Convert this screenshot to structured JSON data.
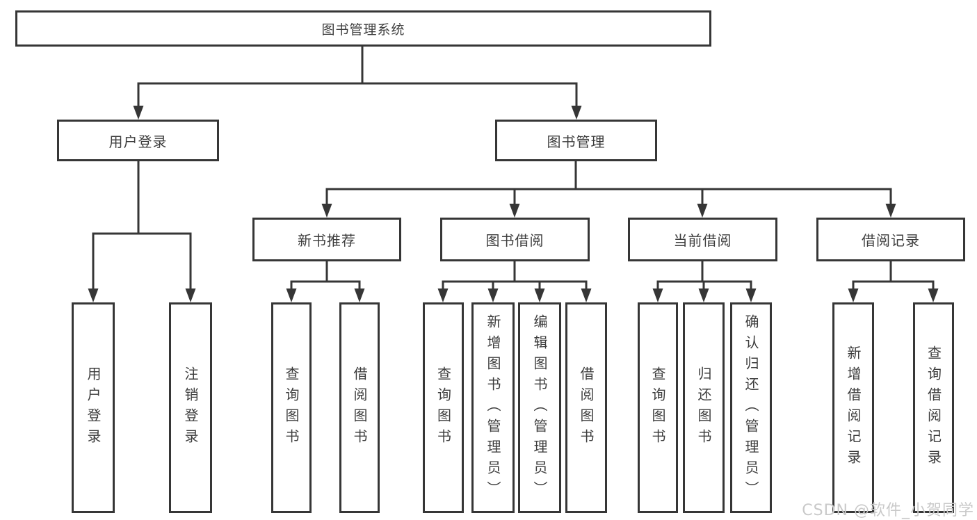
{
  "diagram": {
    "type": "tree",
    "root": {
      "label": "图书管理系统",
      "children": [
        {
          "label": "用户登录",
          "children": [
            {
              "label": "用户登录"
            },
            {
              "label": "注销登录"
            }
          ]
        },
        {
          "label": "图书管理",
          "children": [
            {
              "label": "新书推荐",
              "children": [
                {
                  "label": "查询图书"
                },
                {
                  "label": "借阅图书"
                }
              ]
            },
            {
              "label": "图书借阅",
              "children": [
                {
                  "label": "查询图书"
                },
                {
                  "label": "新增图书（管理员）"
                },
                {
                  "label": "编辑图书（管理员）"
                },
                {
                  "label": "借阅图书"
                }
              ]
            },
            {
              "label": "当前借阅",
              "children": [
                {
                  "label": "查询图书"
                },
                {
                  "label": "归还图书"
                },
                {
                  "label": "确认归还（管理员）"
                }
              ]
            },
            {
              "label": "借阅记录",
              "children": [
                {
                  "label": "新增借阅记录"
                },
                {
                  "label": "查询借阅记录"
                }
              ]
            }
          ]
        }
      ]
    },
    "colors": {
      "line": "#363636",
      "text": "#3d3d3d",
      "box_background": "#ffffff",
      "watermark": "#c9c9c9"
    }
  },
  "watermark": {
    "text": "CSDN @软件_小贺同学"
  }
}
